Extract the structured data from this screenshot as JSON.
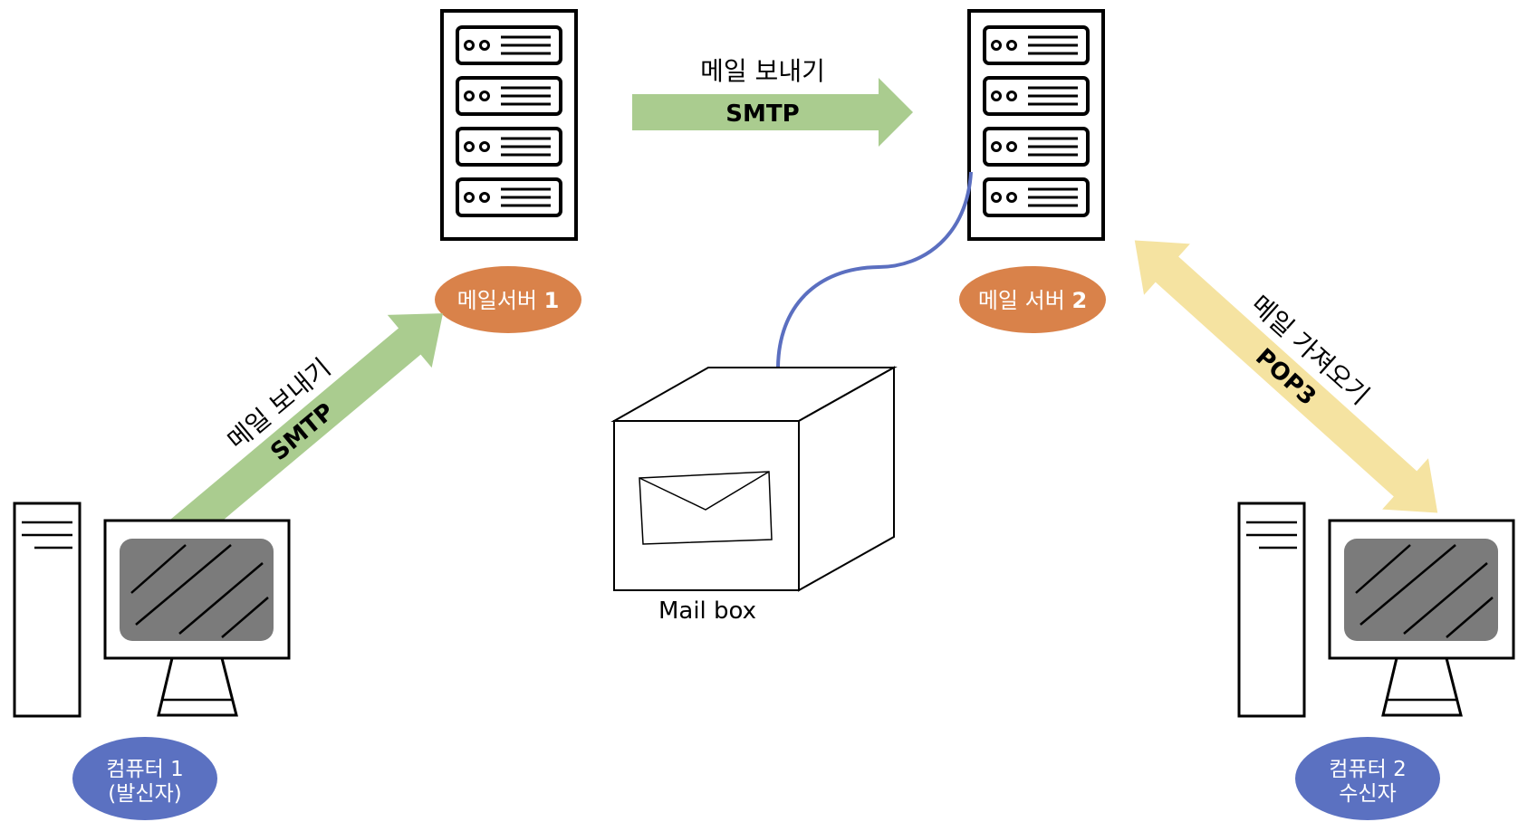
{
  "servers": {
    "server1_label_text": "메일서버",
    "server1_label_num": "1",
    "server2_label_text": "메일 서버",
    "server2_label_num": "2"
  },
  "arrows": {
    "top": {
      "korean": "메일 보내기",
      "protocol": "SMTP"
    },
    "left": {
      "korean": "메일 보내기",
      "protocol": "SMTP"
    },
    "right": {
      "korean": "메일 가져오기",
      "protocol": "POP3"
    }
  },
  "computers": {
    "sender_line1": "컴퓨터 1",
    "sender_line2": "(발신자)",
    "receiver_line1": "컴퓨터 2",
    "receiver_line2": "수신자"
  },
  "mailbox": {
    "label": "Mail box"
  },
  "colors": {
    "smtp_arrow": "#aacc8f",
    "pop3_arrow": "#f5e3a1",
    "server_badge": "#d9824a",
    "computer_badge": "#5b71c1",
    "link_line": "#5b6fc0",
    "screen_fill": "#7b7b7b"
  }
}
